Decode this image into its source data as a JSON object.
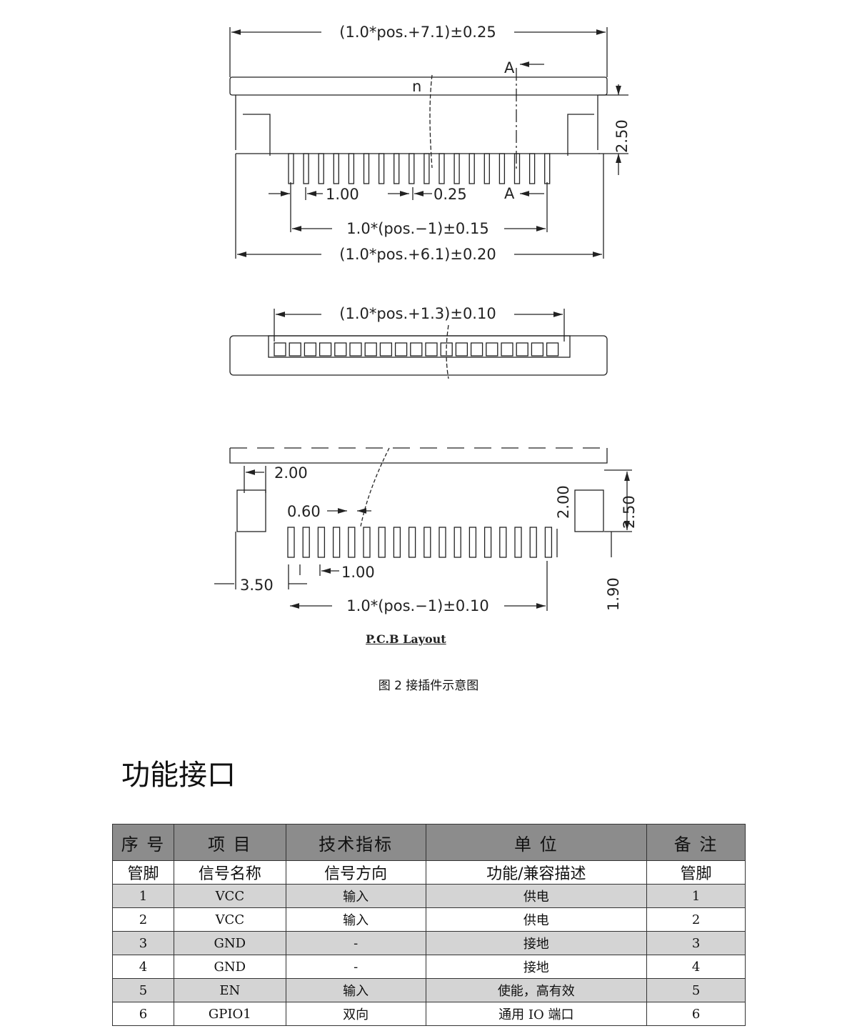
{
  "drawing_top": {
    "dim_overall": "(1.0*pos.+7.1)±0.25",
    "section_mark": "A",
    "pin_label": "n",
    "dim_height": "2.50",
    "dim_pitch": "1.00",
    "dim_pin_width": "0.25",
    "dim_pin_span": "1.0*(pos.−1)±0.15",
    "dim_body": "(1.0*pos.+6.1)±0.20"
  },
  "drawing_front": {
    "dim_width": "(1.0*pos.+1.3)±0.10"
  },
  "drawing_pcb": {
    "dim_pad_offset": "2.00",
    "dim_pad_width": "0.60",
    "dim_pad_height": "2.00",
    "dim_side_height": "2.50",
    "dim_pitch": "1.00",
    "dim_side_offset": "3.50",
    "dim_gap": "1.90",
    "dim_span": "1.0*(pos.−1)±0.10",
    "title": "P.C.B Layout"
  },
  "figure_caption": "图 2  接插件示意图",
  "section_title": "功能接口",
  "table": {
    "header": [
      "序 号",
      "项 目",
      "技术指标",
      "单 位",
      "备 注"
    ],
    "subheader": [
      "管脚",
      "信号名称",
      "信号方向",
      "功能/兼容描述",
      "管脚"
    ],
    "rows": [
      [
        "1",
        "VCC",
        "输入",
        "供电",
        "1"
      ],
      [
        "2",
        "VCC",
        "输入",
        "供电",
        "2"
      ],
      [
        "3",
        "GND",
        "-",
        "接地",
        "3"
      ],
      [
        "4",
        "GND",
        "-",
        "接地",
        "4"
      ],
      [
        "5",
        "EN",
        "输入",
        "使能，高有效",
        "5"
      ],
      [
        "6",
        "GPIO1",
        "双向",
        "通用 IO 端口",
        "6"
      ]
    ]
  }
}
